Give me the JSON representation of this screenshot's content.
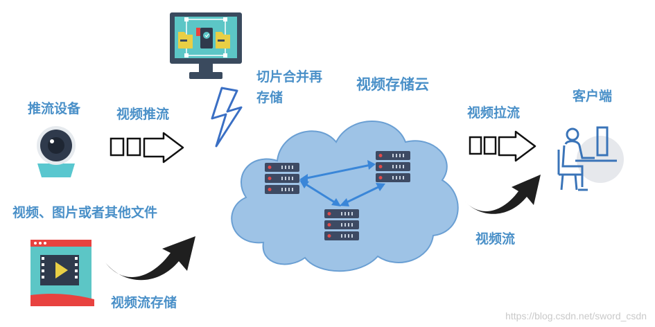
{
  "labels": {
    "push_device": "推流设备",
    "video_push": "视频推流",
    "slice_merge": "切片合并再存储",
    "cloud": "视频存储云",
    "video_pull": "视频拉流",
    "client": "客户端",
    "files": "视频、图片或者其他文件",
    "stream_store": "视频流存储",
    "stream": "视频流"
  },
  "watermark": "https://blog.csdn.net/sword_csdn",
  "colors": {
    "label": "#4a90c8",
    "cloud_fill": "#9ec3e6",
    "cloud_stroke": "#6a9fd3",
    "server_dark": "#3d4a63",
    "server_led": "#e24b4b",
    "double_arrow": "#3a86d8",
    "curve_arrow": "#1f1f1f",
    "lightning": "#3a6fc4",
    "monitor_body": "#3a4a5e",
    "monitor_screen": "#5cc6c6",
    "folder": "#e9cf45",
    "camera_base": "#59c7cf",
    "camera_body": "#2f3a4c",
    "media_red": "#e8423f",
    "media_teal": "#5cc6c6",
    "media_yellow": "#e9cf45",
    "person": "#3a74b8"
  },
  "icons": [
    "monitor-merge-icon",
    "lightning-icon",
    "camera-icon",
    "media-file-icon",
    "client-person-icon",
    "server-icon",
    "block-arrow-icon",
    "curved-arrow-icon"
  ]
}
